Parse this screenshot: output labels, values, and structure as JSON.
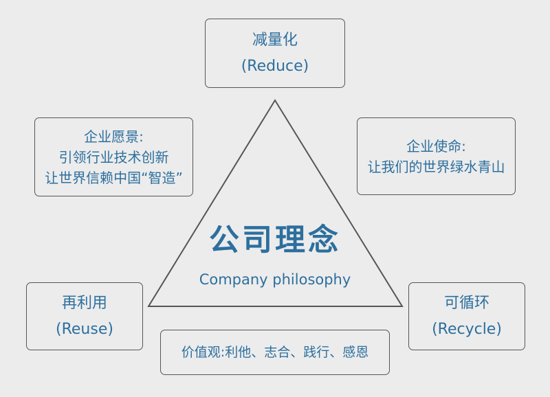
{
  "center": {
    "title": "公司理念",
    "subtitle": "Company philosophy"
  },
  "reduce": {
    "line1": "减量化",
    "line2": "(Reduce)"
  },
  "vision": {
    "line1": "企业愿景:",
    "line2": "引领行业技术创新",
    "line3": "让世界信赖中国“智造”"
  },
  "mission": {
    "line1": "企业使命:",
    "line2": "让我们的世界绿水青山"
  },
  "reuse": {
    "line1": "再利用",
    "line2": "(Reuse)"
  },
  "recycle": {
    "line1": "可循环",
    "line2": "(Recycle)"
  },
  "values": {
    "text": "价值观:利他、志合、践行、感恩"
  },
  "colors": {
    "accent": "#2d6f9e",
    "border": "#555555",
    "background": "#ececec"
  }
}
